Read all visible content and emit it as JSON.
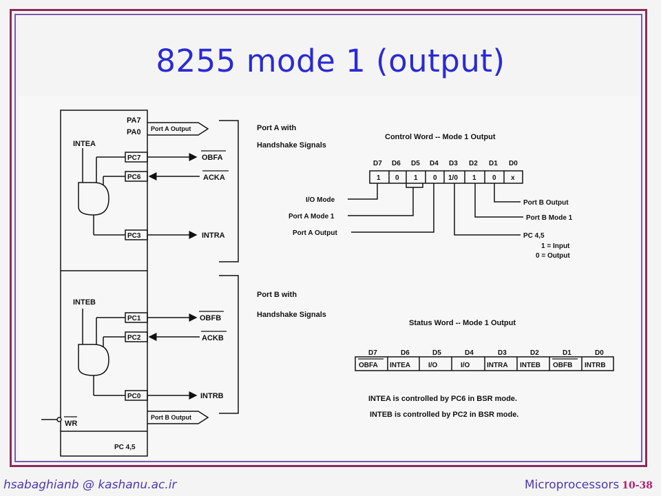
{
  "title": "8255 mode 1 (output)",
  "footer": {
    "email": "hsabaghianb @ kashanu.ac.ir",
    "course": "Microprocessors",
    "page": "10-38"
  },
  "port_a": {
    "pins": [
      "PA7",
      "PA0"
    ],
    "bus_label": "Port A Output",
    "intr_enable": "INTEA",
    "pc_pins": [
      "PC7",
      "PC6",
      "PC3"
    ],
    "signals": [
      "OBFA",
      "ACKA",
      "INTRA"
    ],
    "caption_1": "Port A with",
    "caption_2": "Handshake Signals"
  },
  "port_b": {
    "intr_enable": "INTEB",
    "pc_pins": [
      "PC1",
      "PC2",
      "PC0"
    ],
    "signals": [
      "OBFB",
      "ACKB",
      "INTRB"
    ],
    "bus_label": "Port B Output",
    "wr": "WR",
    "caption_1": "Port B with",
    "caption_2": "Handshake Signals"
  },
  "pc45": "PC 4,5",
  "control_word": {
    "title": "Control Word -- Mode 1 Output",
    "bit_names": [
      "D7",
      "D6",
      "D5",
      "D4",
      "D3",
      "D2",
      "D1",
      "D0"
    ],
    "bit_values": [
      "1",
      "0",
      "1",
      "0",
      "1/0",
      "1",
      "0",
      "x"
    ],
    "labels": {
      "io_mode": "I/O Mode",
      "port_a_mode": "Port A Mode 1",
      "port_a_output": "Port A Output",
      "port_b_output": "Port B Output",
      "port_b_mode": "Port B Mode 1",
      "pc45": "PC 4,5",
      "pc45_in": "1 = Input",
      "pc45_out": "0 = Output"
    }
  },
  "status_word": {
    "title": "Status Word -- Mode 1 Output",
    "bit_names": [
      "D7",
      "D6",
      "D5",
      "D4",
      "D3",
      "D2",
      "D1",
      "D0"
    ],
    "fields": [
      "OBFA",
      "INTEA",
      "I/O",
      "I/O",
      "INTRA",
      "INTEB",
      "OBFB",
      "INTRB"
    ]
  },
  "notes": [
    "INTEA is controlled by PC6 in BSR mode.",
    "INTEB is controlled by PC2 in BSR mode."
  ]
}
